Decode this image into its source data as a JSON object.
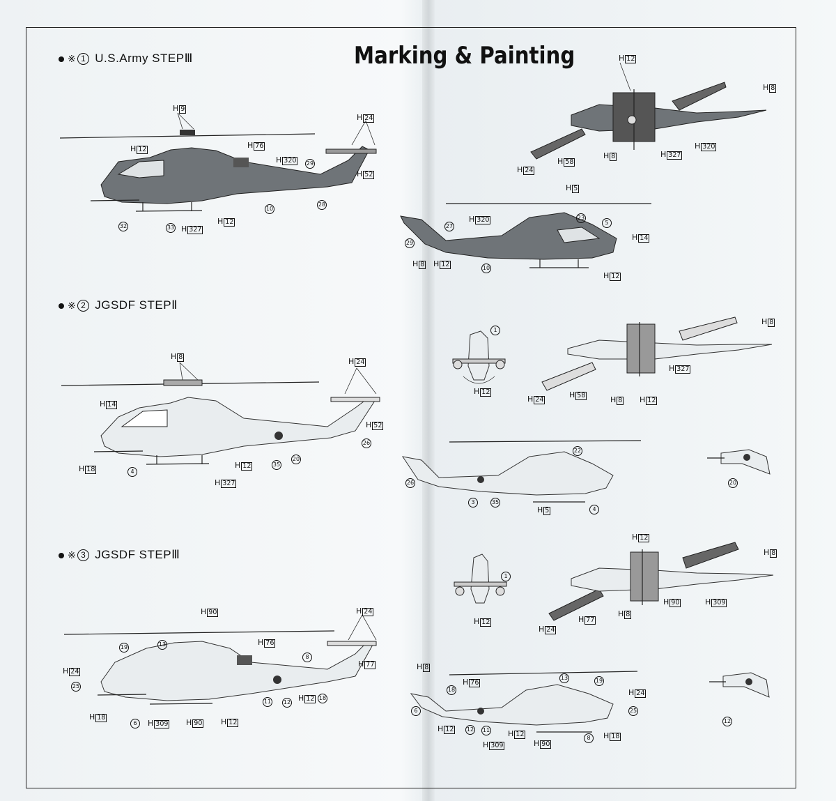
{
  "title": "Marking & Painting",
  "sections": [
    {
      "mark": "※",
      "num": "1",
      "label": "U.S.Army STEPⅢ"
    },
    {
      "mark": "※",
      "num": "2",
      "label": "JGSDF STEPⅡ"
    },
    {
      "mark": "※",
      "num": "3",
      "label": "JGSDF STEPⅢ"
    }
  ],
  "labels": {
    "h": "H",
    "s1a": [
      "9",
      "12",
      "76",
      "320",
      "24",
      "52",
      "12",
      "327"
    ],
    "s1b": [
      "12",
      "8",
      "58",
      "24",
      "8",
      "327",
      "320"
    ],
    "s1c": [
      "5",
      "320",
      "14",
      "8",
      "12",
      "12"
    ],
    "s2a": [
      "8",
      "14",
      "24",
      "52",
      "18",
      "12",
      "327"
    ],
    "s2b": [
      "12",
      "8",
      "24",
      "58",
      "8",
      "12",
      "327"
    ],
    "s2c": [
      "5"
    ],
    "s3a": [
      "90",
      "76",
      "24",
      "24",
      "77",
      "18",
      "309",
      "90",
      "12",
      "12"
    ],
    "s3b": [
      "12",
      "8",
      "12",
      "24",
      "77",
      "8",
      "90",
      "309"
    ],
    "s3c": [
      "8",
      "76",
      "24",
      "12",
      "12",
      "309",
      "90",
      "18"
    ]
  },
  "callouts": {
    "s1": [
      "32",
      "33",
      "10",
      "28",
      "29"
    ],
    "s1c": [
      "27",
      "23",
      "5",
      "29",
      "10"
    ],
    "s2": [
      "4",
      "35",
      "20",
      "26"
    ],
    "s2c": [
      "1",
      "22",
      "26",
      "3",
      "35",
      "4",
      "20"
    ],
    "s3": [
      "19",
      "13",
      "8",
      "25",
      "6",
      "11",
      "12",
      "18"
    ],
    "s3c": [
      "1",
      "18",
      "13",
      "19",
      "8",
      "12",
      "11",
      "25",
      "6",
      "12"
    ]
  }
}
